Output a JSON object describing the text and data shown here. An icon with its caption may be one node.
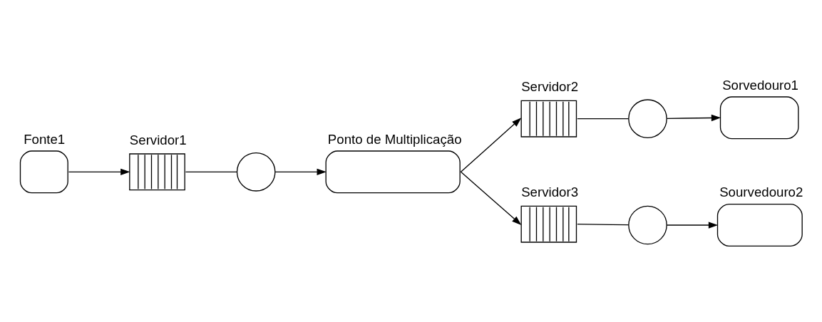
{
  "diagram": {
    "nodes": [
      {
        "text": [
          "Fonte1"
        ]
      },
      {
        "text": [
          "Servidor1"
        ]
      },
      {
        "text": [],
        "shape": "circle"
      },
      {
        "text": [
          "Ponto de Multiplicação"
        ]
      },
      {
        "text": [
          "Servidor2"
        ]
      },
      {
        "text": [],
        "shape": "circle"
      },
      {
        "text": [
          "Sorvedouro1"
        ]
      },
      {
        "text": [
          "Servidor3"
        ]
      },
      {
        "text": [],
        "shape": "circle"
      },
      {
        "text": [
          "Sourvedouro2"
        ]
      }
    ],
    "edges": [
      {
        "from": 0,
        "to": 1,
        "arrow": "to"
      },
      {
        "from": 1,
        "to": 2,
        "arrow": "none"
      },
      {
        "from": 2,
        "to": 3,
        "arrow": "to"
      },
      {
        "from": 3,
        "to": 4,
        "arrow": "to"
      },
      {
        "from": 4,
        "to": 5,
        "arrow": "none"
      },
      {
        "from": 5,
        "to": 6,
        "arrow": "to"
      },
      {
        "from": 3,
        "to": 7,
        "arrow": "to"
      },
      {
        "from": 7,
        "to": 8,
        "arrow": "none"
      },
      {
        "from": 8,
        "to": 9,
        "arrow": "to"
      }
    ]
  }
}
